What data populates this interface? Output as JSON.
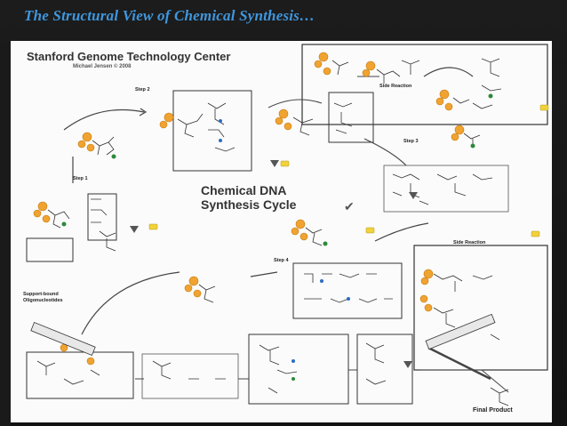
{
  "slide": {
    "title": "The Structural View of Chemical Synthesis…"
  },
  "figure": {
    "org": "Stanford Genome Technology Center",
    "author": "Michael Jensen     © 2008",
    "cycle_title_line1": "Chemical DNA",
    "cycle_title_line2": "Synthesis Cycle",
    "step1": "Step 1",
    "step2": "Step 2",
    "step3": "Step 3",
    "step4": "Step 4",
    "side_reaction_top": "Side Reaction",
    "side_reaction_right": "Side Reaction",
    "support_label_line1": "Support-bound",
    "support_label_line2": "Oligonucleotides",
    "final_product": "Final Product",
    "icon_names": [
      "molecule-icon",
      "cycle-arrow-icon",
      "reaction-flask-icon",
      "checkmark-icon"
    ]
  }
}
